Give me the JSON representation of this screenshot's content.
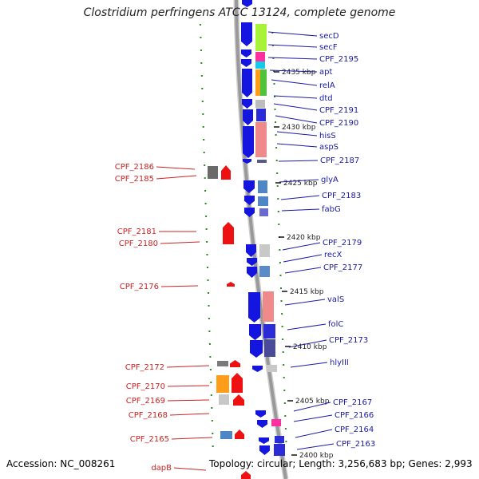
{
  "title": "Clostridium perfringens ATCC 13124, complete genome",
  "footer": {
    "accession": "Accession: NC_008261",
    "topology": "Topology: circular; Length: 3,256,683 bp; Genes: 2,993"
  },
  "colors": {
    "right_label": "#1a1aa6",
    "left_label": "#cc2222",
    "forward_gene": "#1515e0",
    "reverse_gene": "#ee1111",
    "backbone": "#999999",
    "tick_dots": "#2a8a2a"
  },
  "scale_labels": [
    "2435 kbp",
    "2430 kbp",
    "2425 kbp",
    "2420 kbp",
    "2415 kbp",
    "2410 kbp",
    "2405 kbp",
    "2400 kbp"
  ],
  "right_genes": [
    "secD",
    "secF",
    "CPF_2195",
    "apt",
    "relA",
    "dtd",
    "CPF_2191",
    "CPF_2190",
    "hisS",
    "aspS",
    "CPF_2187",
    "glyA",
    "CPF_2183",
    "fabG",
    "CPF_2179",
    "recX",
    "CPF_2177",
    "valS",
    "folC",
    "CPF_2173",
    "hlyIII",
    "CPF_2167",
    "CPF_2166",
    "CPF_2164",
    "CPF_2163"
  ],
  "left_genes": [
    "CPF_2186",
    "CPF_2185",
    "CPF_2181",
    "CPF_2180",
    "CPF_2176",
    "CPF_2172",
    "CPF_2170",
    "CPF_2169",
    "CPF_2168",
    "CPF_2165",
    "dapB"
  ]
}
